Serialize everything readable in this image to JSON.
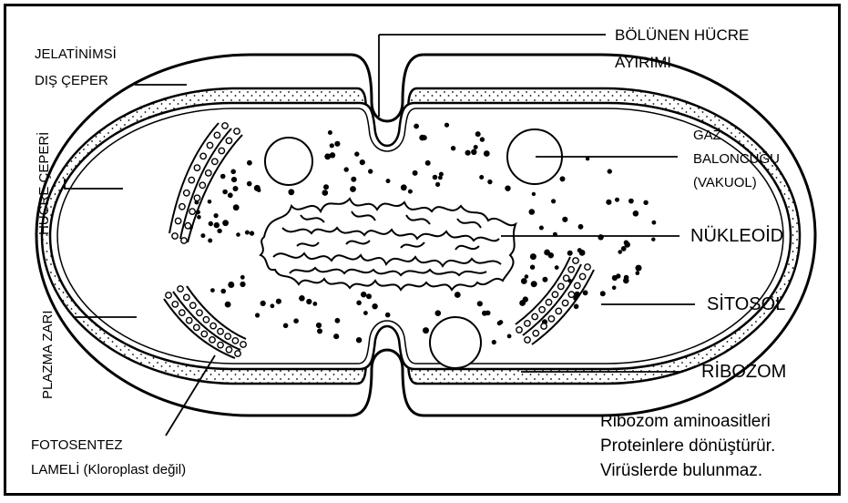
{
  "labels": {
    "jelatinimsi_1": "JELATİNİMSİ",
    "jelatinimsi_2": "DIŞ ÇEPER",
    "bolunen_1": "BÖLÜNEN HÜCRE",
    "bolunen_2": "AYIRIMI",
    "hucre_ceperi": "HÜCRE ÇEPERİ",
    "gaz_1": "GAZ",
    "gaz_2": "BALONCUĞU",
    "gaz_3": "(VAKUOL)",
    "nukleoid": "NÜKLEOİD",
    "sitosol": "SİTOSOL",
    "plazma_zari": "PLAZMA ZARI",
    "ribozom": "RİBOZOM",
    "fotosentez_1": "FOTOSENTEZ",
    "fotosentez_2": "LAMELİ (Kloroplast değil)"
  },
  "note": {
    "line1": "Ribozom aminoasitleri",
    "line2": "Proteinlere dönüştürür.",
    "line3": "Virüslerde bulunmaz."
  }
}
